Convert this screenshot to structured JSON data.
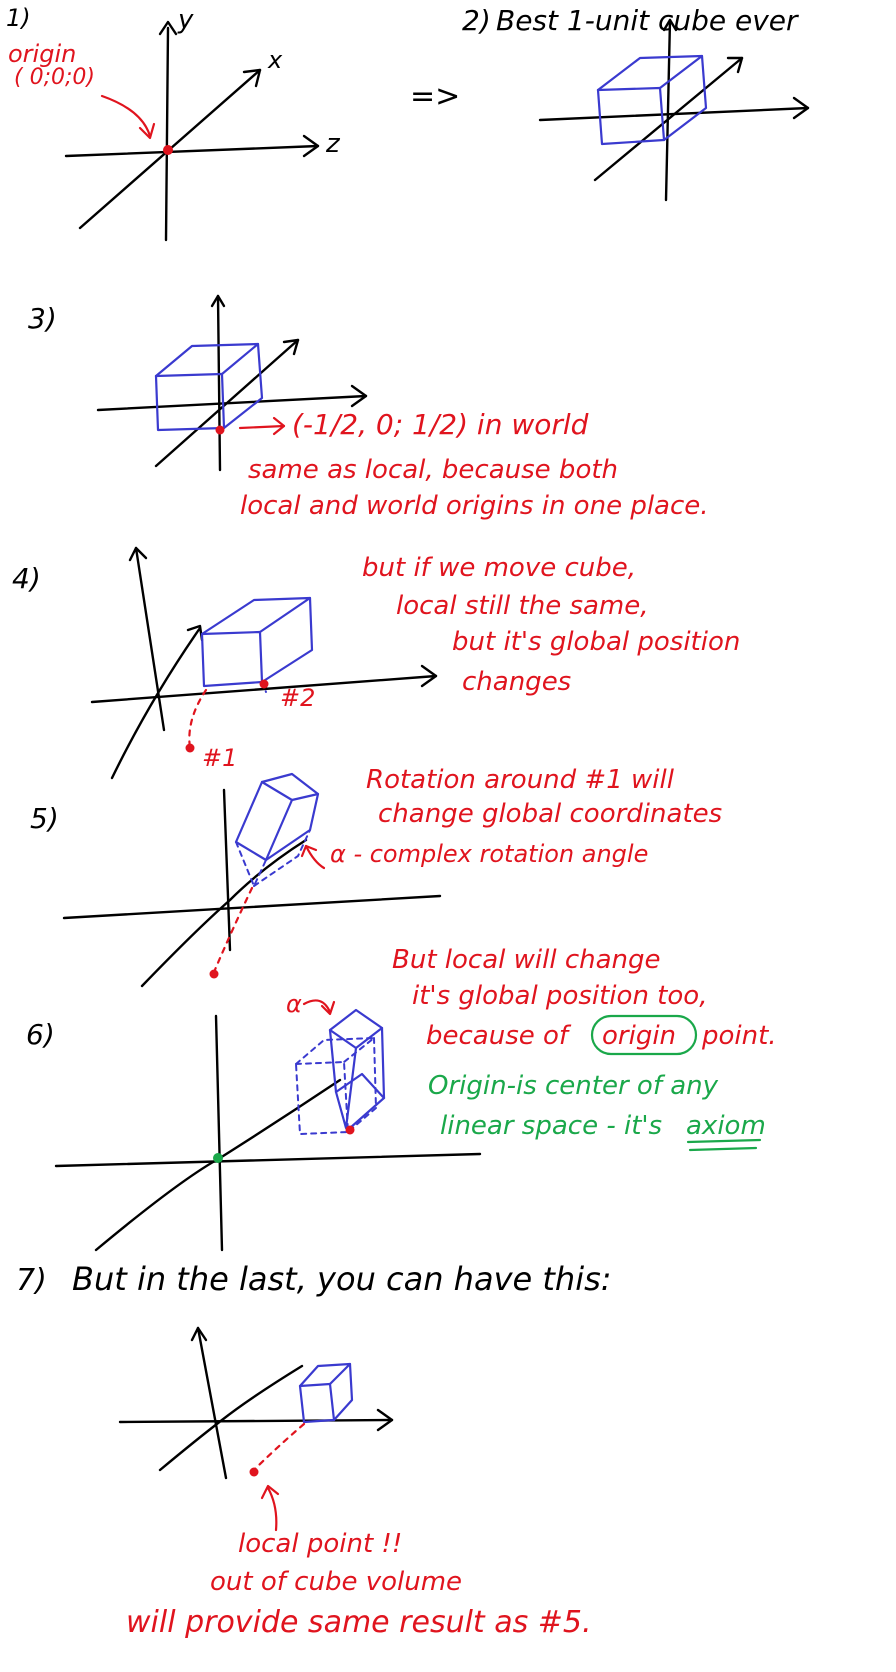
{
  "colors": {
    "ink": "#000000",
    "red": "#e0141e",
    "blue": "#3a3acf",
    "green": "#1aa84a"
  },
  "step1": {
    "label": "1)",
    "axis_y": "y",
    "axis_x": "x",
    "axis_z": "z",
    "origin_word": "origin",
    "origin_coords": "( 0;0;0)",
    "implies": "=>"
  },
  "step2": {
    "label": "2)",
    "title": "Best 1-unit cube ever"
  },
  "step3": {
    "label": "3)",
    "coords": "(-1/2, 0; 1/2) in world",
    "note_line1": "same as local, because both",
    "note_line2": "local and world origins in one place."
  },
  "step4": {
    "label": "4)",
    "marker1": "#1",
    "marker2": "#2",
    "note_line1": "but if we move cube,",
    "note_line2": "local still the same,",
    "note_line3": "but it's global position",
    "note_line4": "changes"
  },
  "step5": {
    "label": "5)",
    "note_line1": "Rotation around #1 will",
    "note_line2": "change global coordinates",
    "angle_note": "α - complex rotation angle"
  },
  "step6": {
    "label": "6)",
    "angle_symbol": "α",
    "red_line1": "But local will change",
    "red_line2": "it's global position too,",
    "red_line3_a": "because of",
    "red_line3_word": "origin",
    "red_line3_b": "point.",
    "green_line1": "Origin-is center of any",
    "green_line2_a": "linear space - it's",
    "green_line2_word": "axiom"
  },
  "step7": {
    "label": "7)",
    "title": "But in the last, you can have this:",
    "note_line1": "local point !!",
    "note_line2": "out of cube volume",
    "note_line3": "will provide same result as #5."
  }
}
